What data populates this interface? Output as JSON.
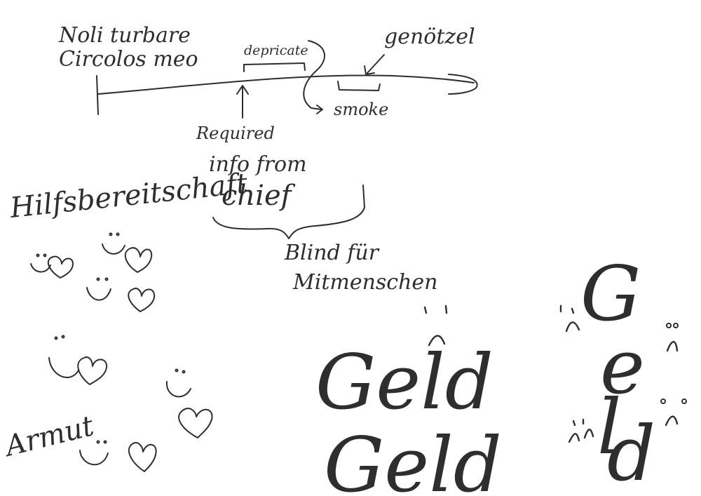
{
  "notes": {
    "quote_line1": "Noli turbare",
    "quote_line2": "Circolos meo",
    "bracket_label": "depricate",
    "arrow_label_top": "genötzel",
    "arrow_label_bottom": "smoke",
    "required_line1": "Required",
    "required_line2": "info from",
    "required_line3": "chief",
    "blind_line1": "Blind für",
    "blind_line2": "Mitmenschen",
    "left_word_top": "Hilfsbereitschaft",
    "left_word_bottom": "Armut",
    "big_word_top": "Geld",
    "big_word_bottom": "Geld",
    "big_letter_g": "G",
    "big_letter_e": "e",
    "big_letter_l": "l",
    "big_letter_d": "d"
  }
}
